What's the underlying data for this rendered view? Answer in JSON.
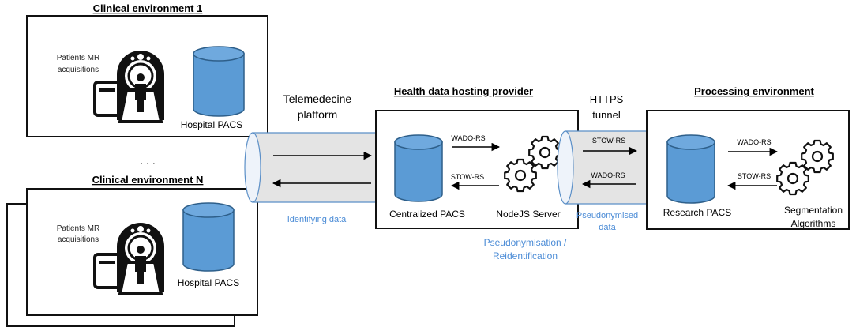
{
  "colors": {
    "db_fill": "#5b9bd5",
    "db_stroke": "#2e5f8a",
    "accent_text": "#4a8bd6",
    "tunnel_fill": "#e4e4e4",
    "tunnel_end": "#eef3fa",
    "tunnel_stroke": "#5b8fc7",
    "black": "#000000"
  },
  "clinical_1": {
    "title": "Clinical environment 1",
    "mri_label_line1": "Patients MR",
    "mri_label_line2": "acquisitions",
    "pacs_label": "Hospital PACS"
  },
  "ellipsis": ". . .",
  "clinical_n": {
    "title": "Clinical environment N",
    "mri_label_line1": "Patients MR",
    "mri_label_line2": "acquisitions",
    "pacs_label": "Hospital PACS"
  },
  "telemedicine": {
    "label_line1": "Telemedecine",
    "label_line2": "platform",
    "data_label": "Identifying data"
  },
  "hosting": {
    "title": "Health data hosting provider",
    "pacs_label": "Centralized PACS",
    "server_label": "NodeJS Server",
    "wado": "WADO-RS",
    "stow": "STOW-RS",
    "note_line1": "Pseudonymisation /",
    "note_line2": "Reidentification"
  },
  "https": {
    "label_line1": "HTTPS",
    "label_line2": "tunnel",
    "stow": "STOW-RS",
    "wado": "WADO-RS",
    "data_line1": "Pseudonymised",
    "data_line2": "data"
  },
  "processing": {
    "title": "Processing environment",
    "pacs_label": "Research PACS",
    "wado": "WADO-RS",
    "stow": "STOW-RS",
    "algo_line1": "Segmentation",
    "algo_line2": "Algorithms"
  }
}
